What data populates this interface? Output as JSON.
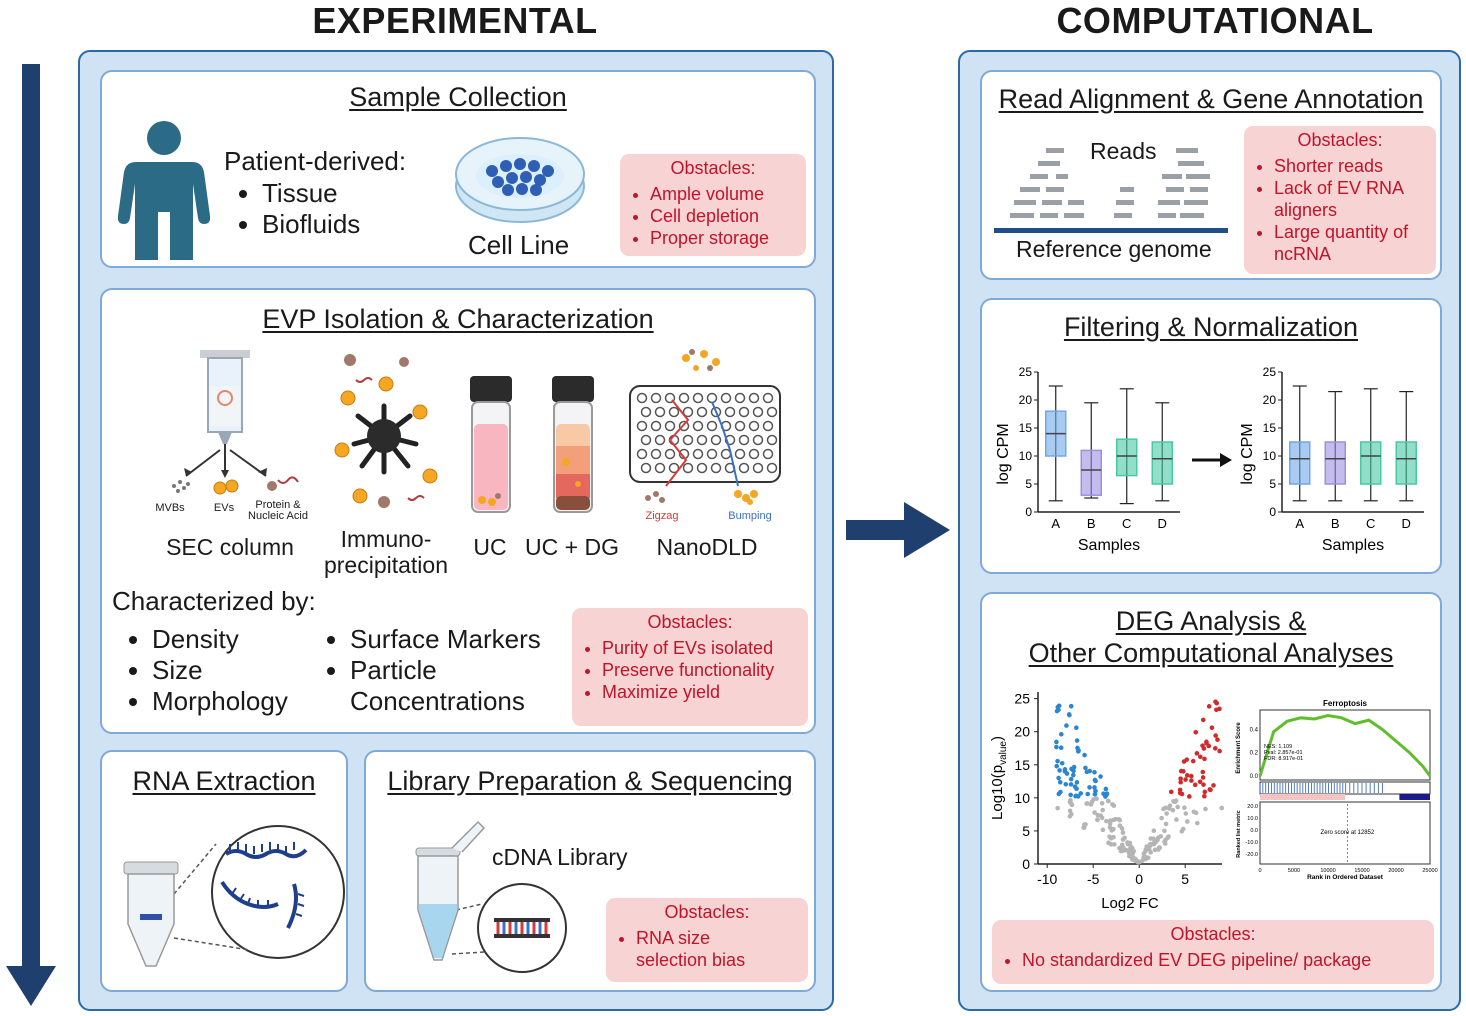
{
  "headings": {
    "left": "EXPERIMENTAL",
    "right": "COMPUTATIONAL"
  },
  "sample": {
    "title": "Sample Collection",
    "patient": "Patient-derived:",
    "patient_items": [
      "Tissue",
      "Biofluids"
    ],
    "cell_line": "Cell Line",
    "obstacles_title": "Obstacles:",
    "obstacles": [
      "Ample volume",
      "Cell depletion",
      "Proper storage"
    ]
  },
  "evp": {
    "title": "EVP Isolation & Characterization",
    "sec_small": [
      "MVBs",
      "EVs",
      "Protein &",
      "Nucleic Acid"
    ],
    "methods": [
      "SEC column",
      "Immuno-",
      "precipitation",
      "UC",
      "UC + DG",
      "NanoDLD"
    ],
    "dld_labels": [
      "Zigzag",
      "Bumping"
    ],
    "characterized": "Characterized by:",
    "char_left": [
      "Density",
      "Size",
      "Morphology"
    ],
    "char_right": [
      "Surface Markers",
      "Particle",
      "Concentrations"
    ],
    "obstacles_title": "Obstacles:",
    "obstacles": [
      "Purity of EVs isolated",
      "Preserve functionality",
      "Maximize yield"
    ]
  },
  "rna": {
    "title": "RNA Extraction"
  },
  "library": {
    "title": "Library Preparation & Sequencing",
    "cdna": "cDNA Library",
    "obstacles_title": "Obstacles:",
    "obstacles": [
      "RNA size",
      "selection bias"
    ]
  },
  "align": {
    "title": "Read Alignment & Gene Annotation",
    "reads": "Reads",
    "reference": "Reference genome",
    "obstacles_title": "Obstacles:",
    "obstacles": [
      "Shorter reads",
      "Lack of EV RNA",
      "aligners",
      "Large quantity of",
      "ncRNA"
    ]
  },
  "filter": {
    "title": "Filtering & Normalization",
    "ylabel": "log CPM",
    "xlabel": "Samples",
    "yticks": [
      "25",
      "20",
      "15",
      "10",
      "5",
      "0"
    ],
    "categories": [
      "A",
      "B",
      "C",
      "D"
    ]
  },
  "deg": {
    "title1": "DEG Analysis &",
    "title2": "Other Computational Analyses",
    "volcano_yticks": [
      "25",
      "20",
      "15",
      "10",
      "5",
      "0"
    ],
    "volcano_xticks": [
      "-10",
      "-5",
      "0",
      "5"
    ],
    "volcano_ylabel": "Log10(p",
    "volcano_ylabel_sub": "value",
    "volcano_ylabel_end": ")",
    "volcano_xlabel": "Log2 FC",
    "gsea_title": "Ferroptosis",
    "gsea_ylabel": "Enrichment Score",
    "gsea_stats": [
      "NES: 1.109",
      "Pval: 2.857e-01",
      "FDR: 8.917e-01"
    ],
    "gsea_yticks": [
      "0.4",
      "0.2",
      "0.0"
    ],
    "gsea_rank_label": "Ranked list metric",
    "gsea_rank_ticks": [
      "20.0",
      "10.0",
      "0.0",
      "-10.0",
      "-20.0"
    ],
    "gsea_zero": "Zero score at 12852",
    "gsea_xticks": [
      "0",
      "5000",
      "10000",
      "15000",
      "20000",
      "25000"
    ],
    "gsea_xlabel": "Rank in Ordered Dataset",
    "obstacles_title": "Obstacles:",
    "obstacles": [
      "No standardized EV DEG pipeline/ package"
    ]
  },
  "chart_data": [
    {
      "type": "boxplot",
      "title": "",
      "xlabel": "Samples",
      "ylabel": "log CPM",
      "categories": [
        "A",
        "B",
        "C",
        "D"
      ],
      "ylim": [
        0,
        25
      ],
      "series": [
        {
          "min": 2,
          "q1": 10,
          "median": 14,
          "q3": 18,
          "max": 22.5,
          "color": "#6fa8e8"
        },
        {
          "min": 2.5,
          "q1": 3,
          "median": 7.5,
          "q3": 11,
          "max": 19.5,
          "color": "#9d8fe0"
        },
        {
          "min": 1.5,
          "q1": 6.5,
          "median": 10,
          "q3": 13,
          "max": 22,
          "color": "#48c9a4"
        },
        {
          "min": 2,
          "q1": 5,
          "median": 9.5,
          "q3": 12.5,
          "max": 19.5,
          "color": "#48c9a4"
        }
      ]
    },
    {
      "type": "boxplot",
      "title": "",
      "xlabel": "Samples",
      "ylabel": "log CPM",
      "categories": [
        "A",
        "B",
        "C",
        "D"
      ],
      "ylim": [
        0,
        25
      ],
      "series": [
        {
          "min": 2,
          "q1": 5,
          "median": 9.5,
          "q3": 12.5,
          "max": 22.5,
          "color": "#6fa8e8"
        },
        {
          "min": 2,
          "q1": 5,
          "median": 9.5,
          "q3": 12.5,
          "max": 21.5,
          "color": "#9d8fe0"
        },
        {
          "min": 2,
          "q1": 5,
          "median": 10,
          "q3": 12.5,
          "max": 22,
          "color": "#48c9a4"
        },
        {
          "min": 2,
          "q1": 5,
          "median": 9.5,
          "q3": 12.5,
          "max": 21.5,
          "color": "#48c9a4"
        }
      ]
    },
    {
      "type": "scatter",
      "title": "",
      "xlabel": "Log2 FC",
      "ylabel": "Log10(pvalue)",
      "xlim": [
        -11,
        9
      ],
      "ylim": [
        0,
        26
      ],
      "groups": [
        {
          "name": "down",
          "color": "#2a86d1"
        },
        {
          "name": "up",
          "color": "#d12a2a"
        },
        {
          "name": "ns",
          "color": "#b5b5b5"
        }
      ]
    },
    {
      "type": "line",
      "title": "Ferroptosis",
      "xlabel": "Rank in Ordered Dataset",
      "ylabel": "Enrichment Score",
      "xlim": [
        0,
        25000
      ],
      "x": [
        0,
        2000,
        4000,
        6000,
        8000,
        10000,
        12000,
        14000,
        16000,
        18000,
        20000,
        22000,
        24000,
        25000
      ],
      "y": [
        0.0,
        0.38,
        0.47,
        0.5,
        0.49,
        0.52,
        0.5,
        0.45,
        0.48,
        0.4,
        0.3,
        0.2,
        0.08,
        0.0
      ]
    }
  ]
}
